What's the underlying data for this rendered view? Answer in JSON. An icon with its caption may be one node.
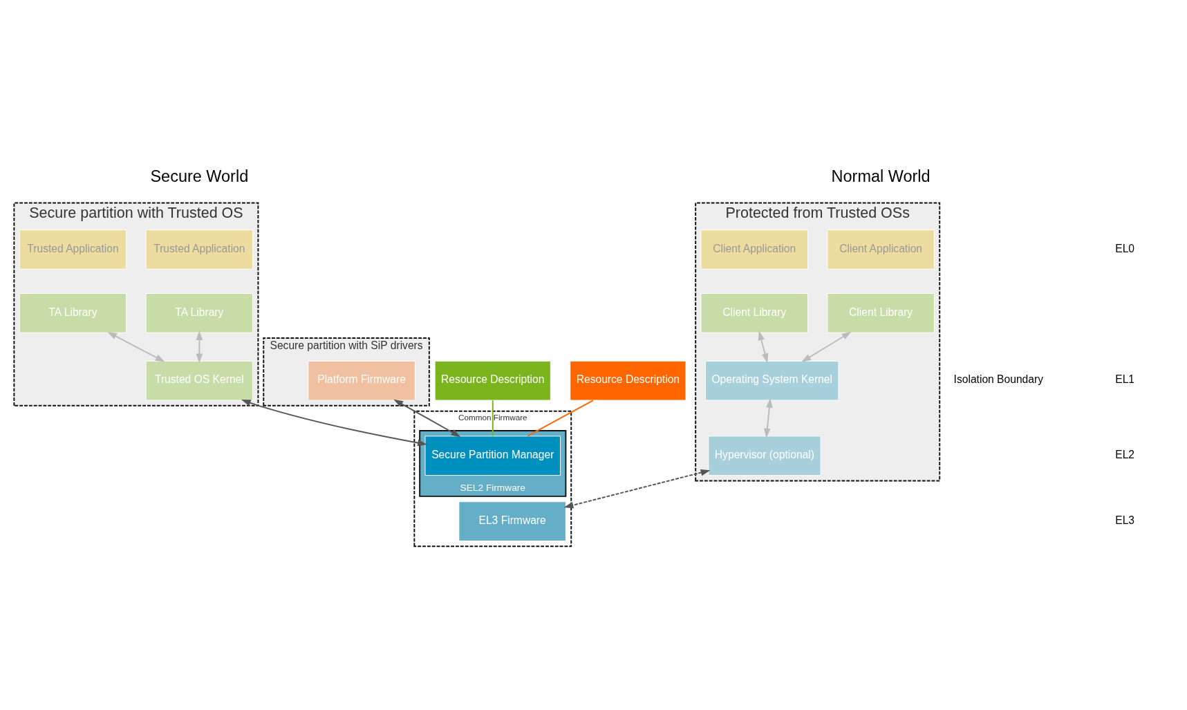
{
  "diagram": {
    "nodes": [
      {
        "text": [
          "Protected from Trusted OSs"
        ]
      },
      {
        "text": [
          "Client Application"
        ],
        "in": 0
      },
      {
        "text": [
          "Client Application"
        ],
        "in": 0
      },
      {
        "text": [
          "Client Library"
        ],
        "in": 0
      },
      {
        "text": [
          "Client Library"
        ],
        "in": 0
      },
      {
        "text": [
          "Operating System Kernel"
        ],
        "in": 0
      },
      {
        "text": [
          "Hypervisor (optional)"
        ],
        "in": 0
      },
      {
        "text": [
          "Secure partition with Trusted OS"
        ]
      },
      {
        "text": [
          "Trusted Application"
        ],
        "in": 7
      },
      {
        "text": [
          "Trusted Application"
        ],
        "in": 7
      },
      {
        "text": [
          "TA Library"
        ],
        "in": 7
      },
      {
        "text": [
          "TA Library"
        ],
        "in": 7
      },
      {
        "text": [
          "Trusted OS Kernel"
        ],
        "in": 7
      },
      {
        "text": [
          "Secure partition with SiP drivers"
        ]
      },
      {
        "text": [
          "Platform Firmware"
        ],
        "in": 13
      },
      {
        "text": [
          "Common Firmware"
        ]
      },
      {
        "text": [
          "SEL2 Firmware"
        ],
        "in": 15
      },
      {
        "text": [
          "Secure Partition Manager"
        ],
        "in": 16
      },
      {
        "text": [
          "EL3 Firmware"
        ],
        "in": 15
      },
      {
        "text": [
          "Resource Description"
        ]
      },
      {
        "text": [
          "Resource Description"
        ]
      }
    ],
    "edges": [
      {
        "from": 3,
        "to": 5,
        "arrow": "both"
      },
      {
        "from": 4,
        "to": 5,
        "arrow": "both"
      },
      {
        "from": 5,
        "to": 6,
        "arrow": "both"
      },
      {
        "from": 10,
        "to": 12,
        "arrow": "both"
      },
      {
        "from": 11,
        "to": 12,
        "arrow": "both"
      },
      {
        "from": 12,
        "to": 17,
        "arrow": "both",
        "color": "#555555"
      },
      {
        "from": 14,
        "to": 17,
        "arrow": "both",
        "color": "#555555"
      },
      {
        "from": 6,
        "to": 18,
        "arrow": "both",
        "style": "dashed",
        "color": "#555555"
      },
      {
        "from": 19,
        "to": 17,
        "arrow": "none",
        "color": "#7ab51d"
      },
      {
        "from": 20,
        "to": 17,
        "arrow": "none",
        "color": "#ff6600"
      }
    ],
    "labels": [
      "Normal World",
      "Secure World",
      "Isolation Boundary",
      "EL0",
      "EL1",
      "EL2",
      "EL3"
    ]
  }
}
